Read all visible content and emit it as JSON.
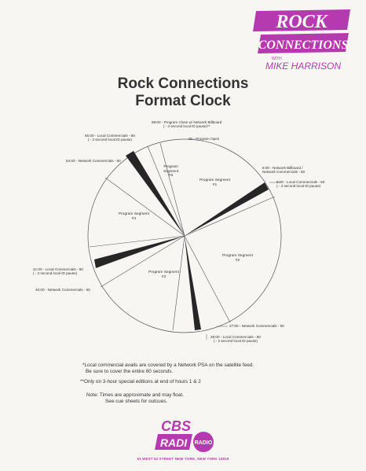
{
  "logo": {
    "line1": "ROCK",
    "line2": "CONNECTIONS",
    "with": "WITH",
    "host": "MIKE HARRISON",
    "color": "#b53ab0"
  },
  "title": {
    "line1": "Rock Connections",
    "line2": "Format Clock"
  },
  "clock_labels": {
    "l59": [
      "59:00 - Program Close w/ Network Billboard",
      "( - 3 second local ID pause)**"
    ],
    "l00": [
      "00 - Program Open"
    ],
    "l55": [
      "55:00 - Local Commercials - 60",
      "( - 3 second local ID pause)"
    ],
    "l54": [
      "54:00 - Network Commercials - 60"
    ],
    "l08": [
      "8:00 - Network Billboard /",
      "Network Commercials - 60"
    ],
    "l09": [
      "9:00 - Local Commercials - 60",
      "( - 3 second local ID pause)"
    ],
    "l41": [
      "41:00 - Local Commercials - 60",
      "( - 3 second local ID pause)"
    ],
    "l40": [
      "40:00 - Network Commercials - 60"
    ],
    "l27": [
      "27:00 - Network Commercials - 60"
    ],
    "l28": [
      "28:00 - Local Commercials - 60",
      "( - 3 second local ID pause)"
    ]
  },
  "segments": {
    "s5": [
      "Program",
      "Segment",
      "#5"
    ],
    "s1": [
      "Program Segment",
      "#1"
    ],
    "s4": [
      "Program Segment",
      "#4"
    ],
    "s2": [
      "Program Segment",
      "#2"
    ],
    "s3": [
      "Program Segment",
      "#3"
    ]
  },
  "notes": {
    "n1a": "*Local commercial avails are covered by a Network PSA on the satellite feed.",
    "n1b": "Be sure to cover the entire 60 seconds.",
    "n2": "**Only on 3-hour special editions at end of hours 1 & 2",
    "n3a": "Note: Times are approximate and may float.",
    "n3b": "See cue sheets for outcues."
  },
  "footer": {
    "cbs": "CBS",
    "radio": "RADIO",
    "address": "51 WEST 52 STREET NEW YORK, NEW YORK 10019",
    "color": "#b53ab0"
  }
}
